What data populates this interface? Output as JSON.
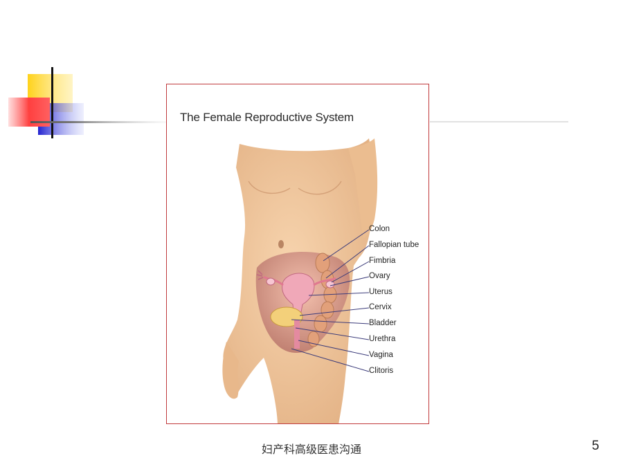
{
  "slide": {
    "footer_text": "妇产科高级医患沟通",
    "page_number": "5"
  },
  "figure": {
    "title": "The Female Reproductive System",
    "labels": [
      "Colon",
      "Fallopian tube",
      "Fimbria",
      "Ovary",
      "Uterus",
      "Cervix",
      "Bladder",
      "Urethra",
      "Vagina",
      "Clitoris"
    ]
  },
  "colors": {
    "deco_yellow": "#ffd21a",
    "deco_red": "#ff4a4a",
    "deco_blue": "#2b2bd6",
    "frame_border": "#c0393b",
    "skin": "#f3c9a0"
  }
}
